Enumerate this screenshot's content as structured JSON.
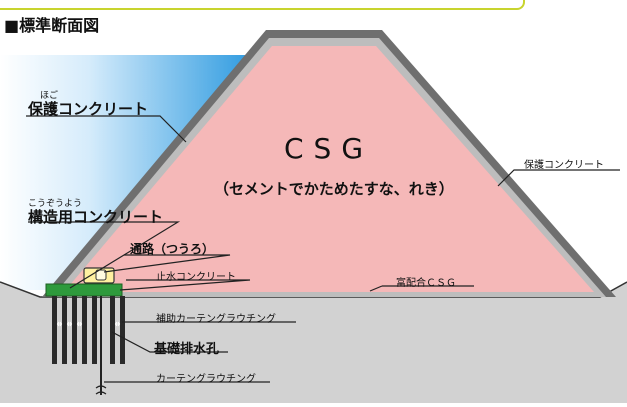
{
  "title": "■標準断面図",
  "labels": {
    "csg_main": "CSG",
    "csg_sub": "（セメントでかためたすな、れき）",
    "protect_left_ruby": "ほご",
    "protect_left": "保護コンクリート",
    "protect_right": "保護コンクリート",
    "structural_ruby": "こうぞうよう",
    "structural": "構造用コンクリート",
    "passage": "通路（つうろ）",
    "cutoff": "止水コンクリート",
    "rich_csg": "富配合ＣＳＧ",
    "aux_curtain": "補助カーテングラウチング",
    "drain": "基礎排水孔",
    "curtain": "カーテングラウチング"
  },
  "colors": {
    "csg_fill": "#f5b8b8",
    "concrete_outline": "#555555",
    "ground": "#d2d2d2",
    "structural_green": "#2e9a3c",
    "passage_yellow": "#fff0a0",
    "rich_csg_fill": "#f7c9a0",
    "sky_gradient": "#2f9be0"
  }
}
